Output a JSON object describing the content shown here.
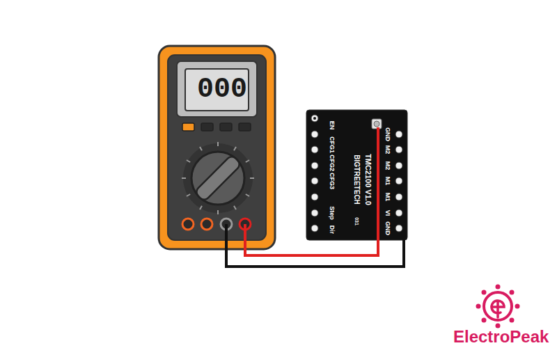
{
  "diagram": {
    "nodes": [
      {
        "text": [
          "000"
        ]
      },
      {
        "text": [
          "EN",
          "CFG1",
          "CFG2",
          "CFG3",
          "Step",
          "Dir",
          "GND",
          "M2",
          "M2",
          "M1",
          "M1",
          "VI",
          "GND",
          "TMC2100 V1.0",
          "BIGTREETECH",
          "031"
        ]
      }
    ],
    "edges": [
      {
        "from": 0,
        "to": 1,
        "arrow": "none"
      },
      {
        "from": 0,
        "to": 1,
        "arrow": "none"
      }
    ],
    "labels": [
      "ElectroPeak"
    ]
  }
}
